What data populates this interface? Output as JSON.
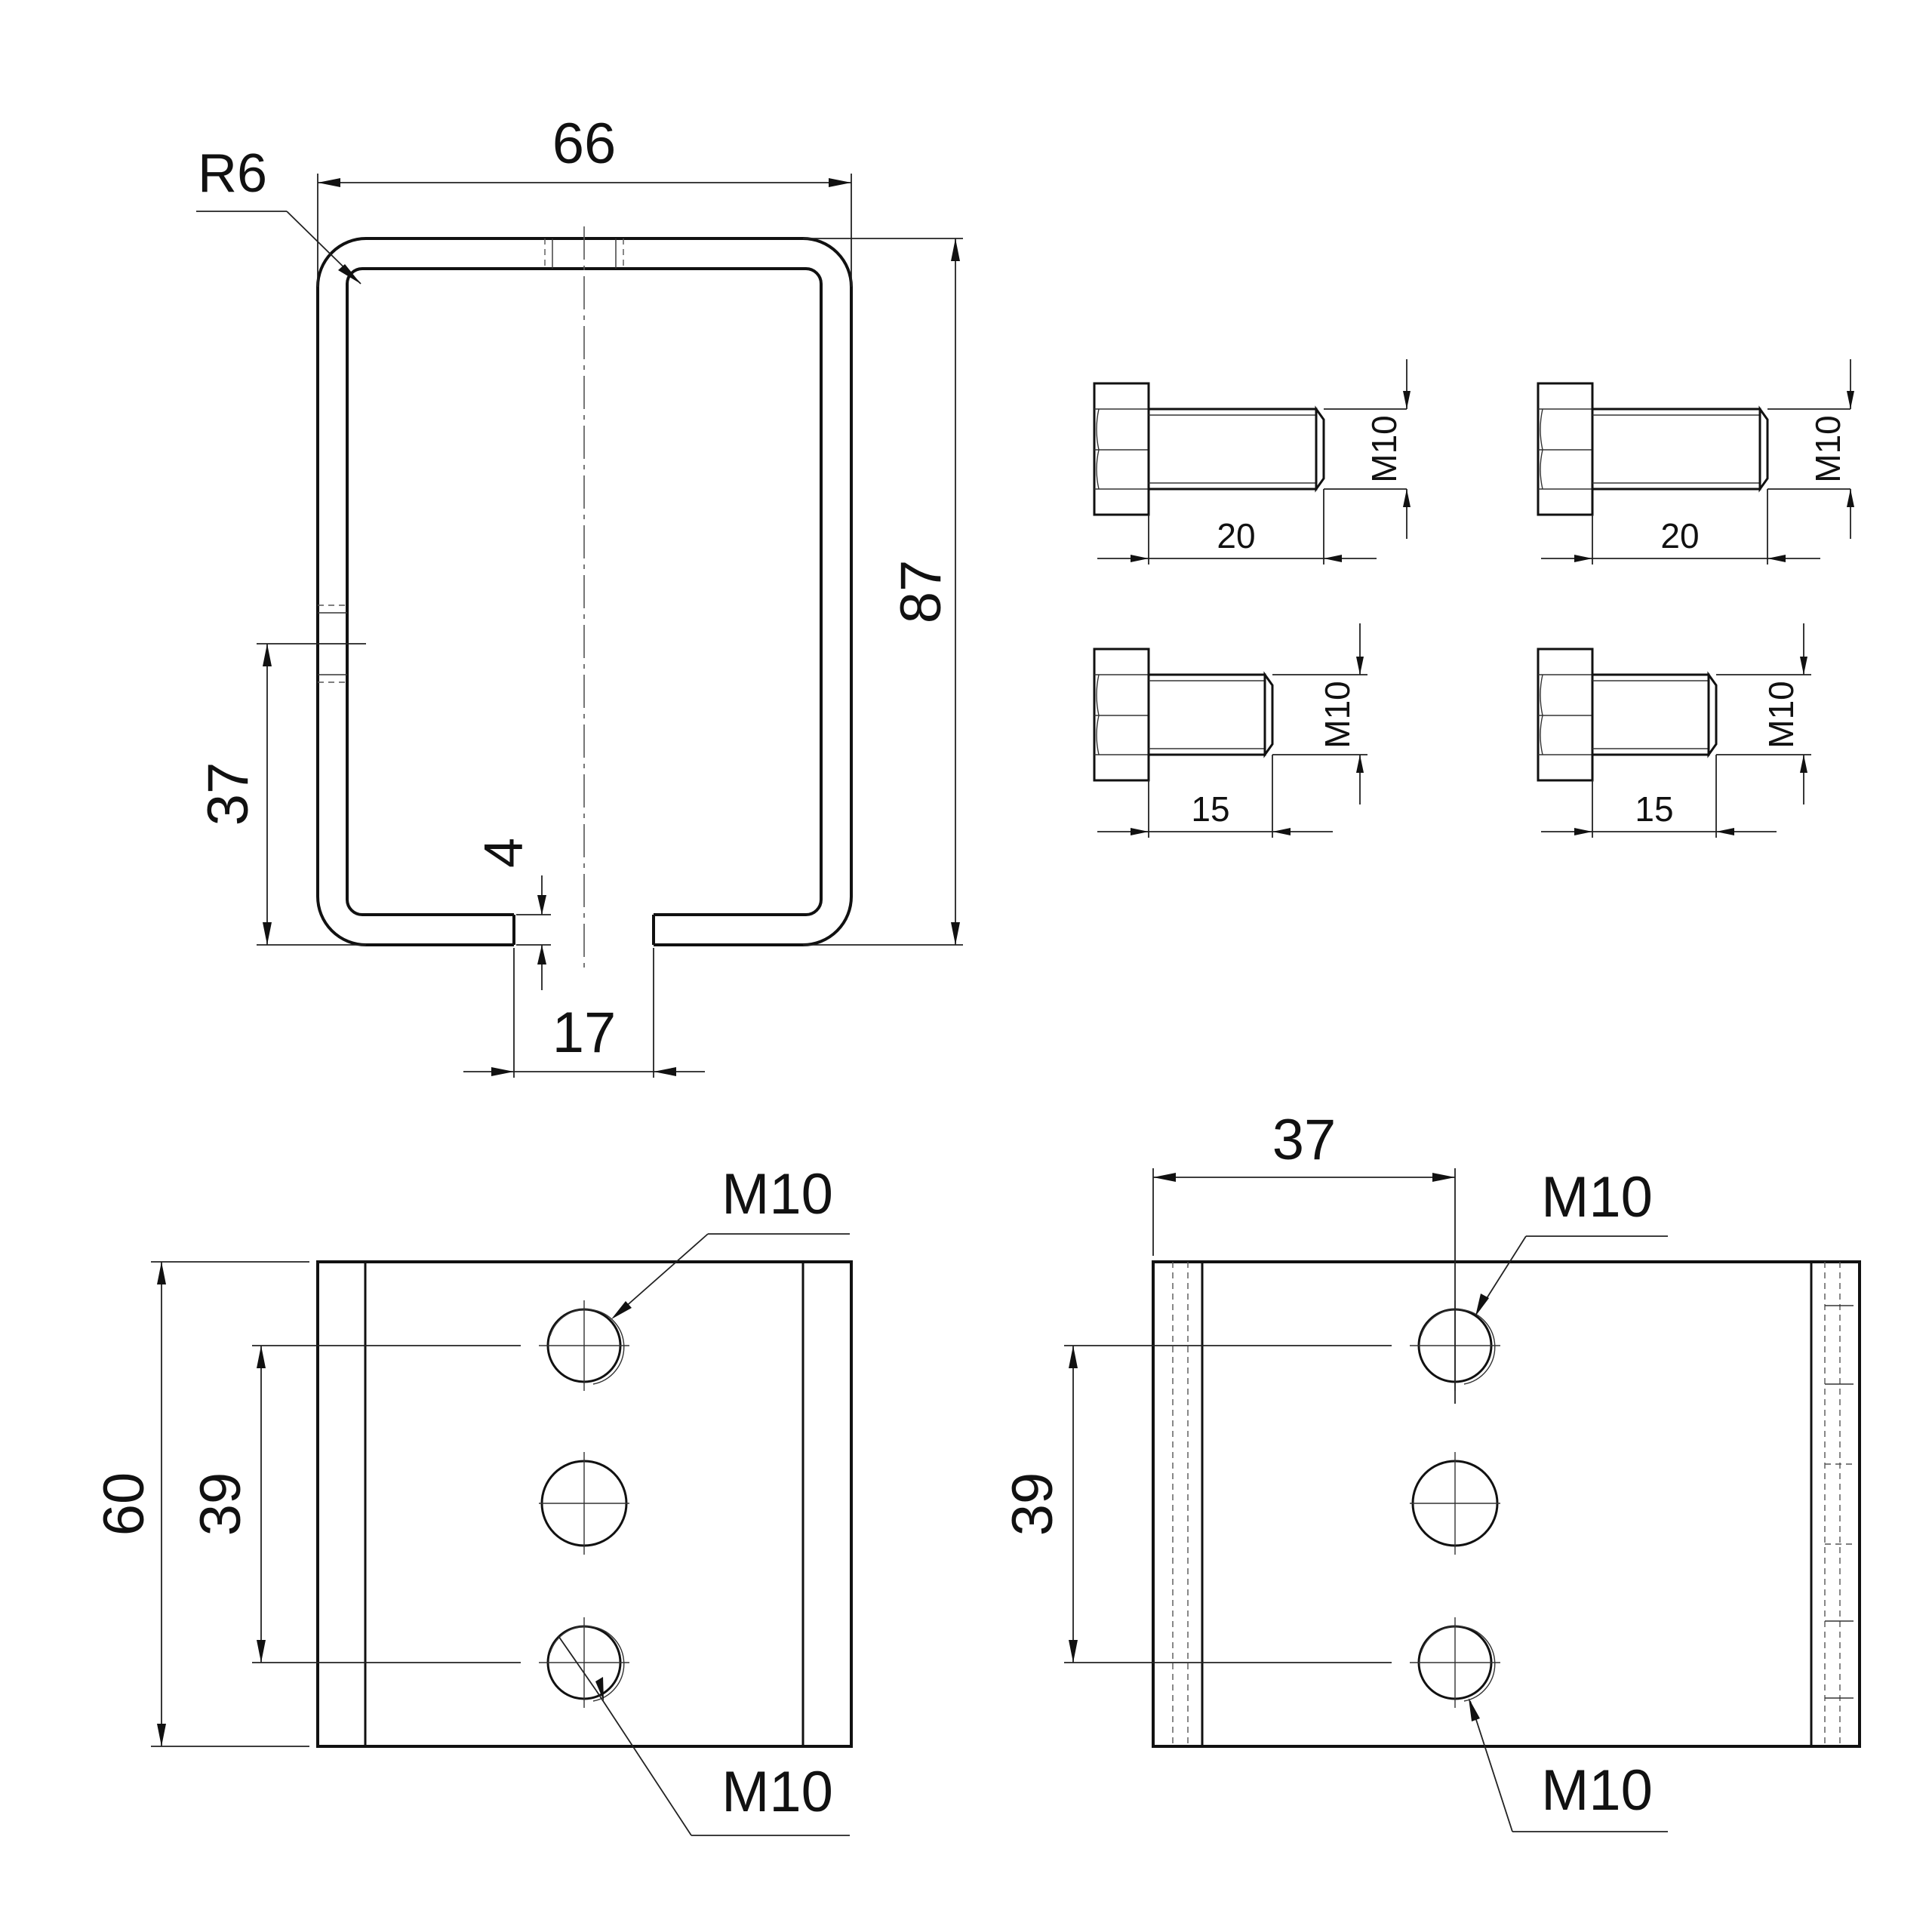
{
  "profile_view": {
    "width_label": "66",
    "height_label": "87",
    "radius_label": "R6",
    "hole_height_label": "37",
    "thickness_label": "4",
    "slot_label": "17"
  },
  "bolts": [
    {
      "length_label": "20",
      "thread_label": "M10"
    },
    {
      "length_label": "20",
      "thread_label": "M10"
    },
    {
      "length_label": "15",
      "thread_label": "M10"
    },
    {
      "length_label": "15",
      "thread_label": "M10"
    }
  ],
  "plate_left": {
    "height_label": "60",
    "hole_spacing_label": "39",
    "hole_top_label": "M10",
    "hole_bottom_label": "M10"
  },
  "plate_right": {
    "hole_offset_label": "37",
    "hole_spacing_label": "39",
    "hole_top_label": "M10",
    "hole_bottom_label": "M10"
  }
}
